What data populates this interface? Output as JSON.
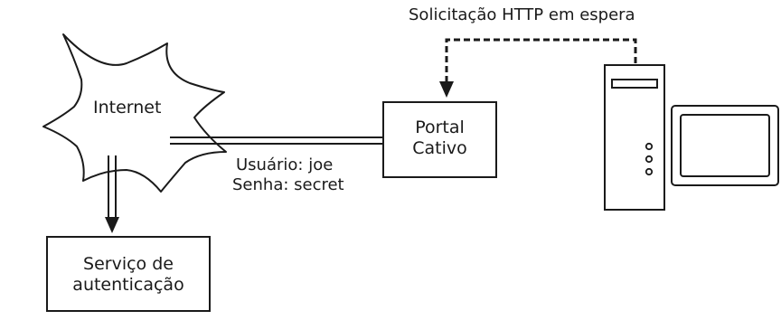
{
  "nodes": {
    "internet": {
      "label": "Internet"
    },
    "portal": {
      "line1": "Portal",
      "line2": "Cativo"
    },
    "auth": {
      "line1": "Serviço de",
      "line2": "autenticação"
    }
  },
  "edges": {
    "request": {
      "label": "Solicitação HTTP em espera"
    },
    "credentials": {
      "line1": "Usuário: joe",
      "line2": "Senha: secret"
    }
  },
  "colors": {
    "stroke": "#1a1a1a",
    "fill": "#ffffff"
  }
}
